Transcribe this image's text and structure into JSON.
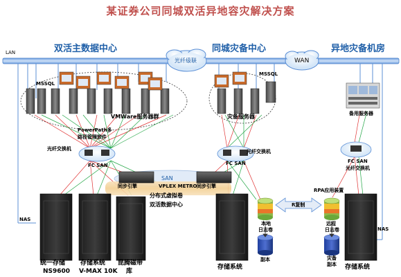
{
  "title": "某证券公司同城双活异地容灾解决方案",
  "zones": {
    "primary": "双活主数据中心",
    "city": "同城灾备中心",
    "remote": "异地灾备机房"
  },
  "network": {
    "lan": "LAN",
    "wan": "WAN",
    "fiber": "光纤级联",
    "san": "SAN",
    "nas_left": "NAS",
    "nas_right": "NAS"
  },
  "servers": {
    "mssql_left": "MSSQL",
    "mssql_right": "MSSQL",
    "vmware_group": "VMWare服务器群",
    "dr_servers": "灾备服务器",
    "backup_server": "备用服务器"
  },
  "powerpath": [
    "PowerPath多",
    "路径管理软件"
  ],
  "switches": {
    "left_label": "光纤交换机",
    "left_fc": "FC SAN",
    "mid_label": "光纤交换机",
    "mid_fc": "FC SAN",
    "right_fc": "FC SAN",
    "right_label": "光纤交换机"
  },
  "vplex": {
    "sync_left": "同步引擎",
    "sync_right": "同步引擎",
    "name": "VPLEX METRO",
    "volume": "分布式虚拟卷",
    "center": "双活数据中心"
  },
  "storage": {
    "unified": [
      "统一存储",
      "NS9600"
    ],
    "vmax": [
      "存储系统",
      "V-MAX 10K"
    ],
    "tape": [
      "昆腾磁带",
      "库"
    ],
    "city": "存储系统",
    "remote": "存储系统"
  },
  "rpa": {
    "appliance": "RPA应用装置",
    "replication": "R复制",
    "local_log": [
      "本地",
      "日志卷"
    ],
    "remote_log": [
      "远程",
      "日志卷"
    ],
    "replica": "副本",
    "dr_replica": [
      "灾备",
      "副本"
    ]
  },
  "colors": {
    "title": "#c0504d",
    "zone": "#1f5fa8",
    "lan_line": "#5b8fd6",
    "san_red": "#e03030",
    "san_green": "#22a645",
    "db_blue": "#1f3f9f"
  }
}
